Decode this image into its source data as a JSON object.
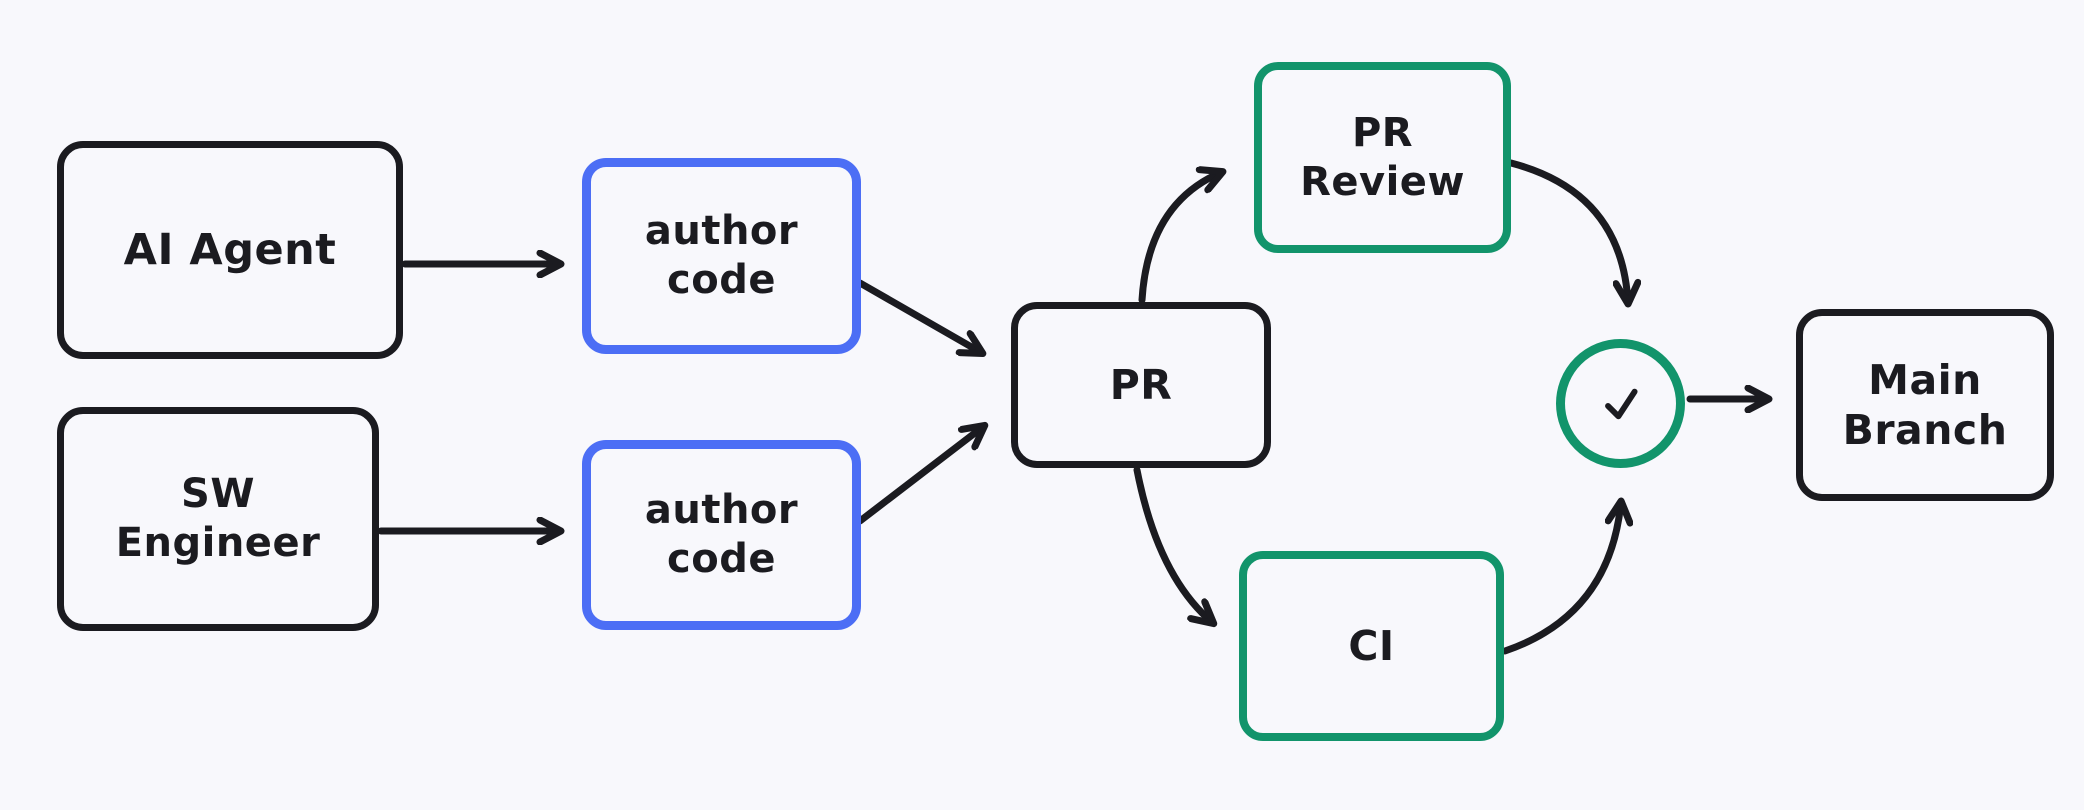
{
  "palette": {
    "background": "#f8f8fc",
    "ink": "#1b1b20",
    "blue_accent": "#4c6ef5",
    "green_accent": "#12946b"
  },
  "nodes": {
    "ai_agent": {
      "label": "AI Agent",
      "border_color": "black"
    },
    "author_code_top": {
      "line1": "author",
      "line2": "code",
      "border_color": "blue"
    },
    "sw_engineer": {
      "line1": "SW",
      "line2": "Engineer",
      "border_color": "black"
    },
    "author_code_bottom": {
      "line1": "author",
      "line2": "code",
      "border_color": "blue"
    },
    "pr": {
      "label": "PR",
      "border_color": "black"
    },
    "pr_review": {
      "line1": "PR",
      "line2": "Review",
      "border_color": "green"
    },
    "ci": {
      "label": "CI",
      "border_color": "green"
    },
    "approval": {
      "icon": "check-icon",
      "symbol": "✓",
      "border_color": "green"
    },
    "main_branch": {
      "line1": "Main",
      "line2": "Branch",
      "border_color": "black"
    }
  },
  "edges": [
    {
      "from": "ai_agent",
      "to": "author_code_top",
      "style": "straight-arrow"
    },
    {
      "from": "sw_engineer",
      "to": "author_code_bottom",
      "style": "straight-arrow"
    },
    {
      "from": "author_code_top",
      "to": "pr",
      "style": "straight-arrow"
    },
    {
      "from": "author_code_bottom",
      "to": "pr",
      "style": "straight-arrow"
    },
    {
      "from": "pr",
      "to": "pr_review",
      "style": "curved-arrow"
    },
    {
      "from": "pr",
      "to": "ci",
      "style": "curved-arrow"
    },
    {
      "from": "pr_review",
      "to": "approval",
      "style": "curved-arrow"
    },
    {
      "from": "ci",
      "to": "approval",
      "style": "curved-arrow"
    },
    {
      "from": "approval",
      "to": "main_branch",
      "style": "straight-arrow"
    }
  ]
}
